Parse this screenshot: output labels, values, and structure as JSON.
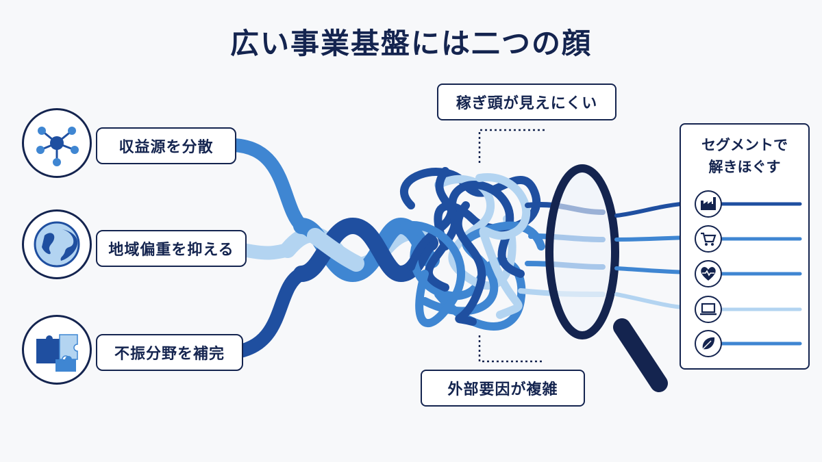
{
  "title": "広い事業基盤には二つの顔",
  "benefits": [
    {
      "label": "収益源を分散",
      "icon": "network-hub-icon"
    },
    {
      "label": "地域偏重を抑える",
      "icon": "globe-icon"
    },
    {
      "label": "不振分野を補完",
      "icon": "puzzle-pieces-icon"
    }
  ],
  "callouts": {
    "top": "稼ぎ頭が見えにくい",
    "bottom": "外部要因が複雑"
  },
  "segments": {
    "title_line1": "セグメントで",
    "title_line2": "解きほぐす",
    "items": [
      {
        "icon": "factory-icon"
      },
      {
        "icon": "shopping-cart-icon"
      },
      {
        "icon": "heart-pulse-icon"
      },
      {
        "icon": "laptop-icon"
      },
      {
        "icon": "leaf-icon"
      }
    ]
  },
  "colors": {
    "navy": "#14244f",
    "blue_dark": "#1f4fa0",
    "blue_mid": "#3f86d2",
    "blue_light": "#b3d4f1"
  }
}
